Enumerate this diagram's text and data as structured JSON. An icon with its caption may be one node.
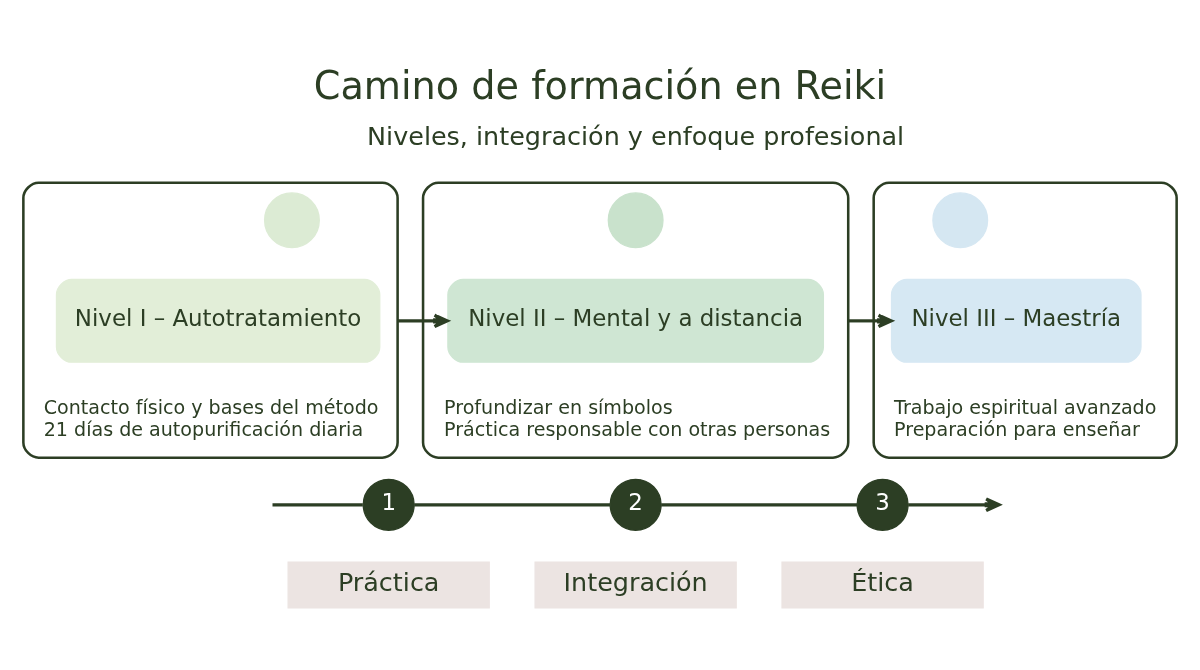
{
  "diagram": {
    "title": "Camino de formación en Reiki",
    "nodes": [
      {
        "text": [],
        "shape": "box"
      },
      {
        "text": [],
        "shape": "circle",
        "in": 0
      },
      {
        "text": [
          "Nivel I – Autotratamiento"
        ],
        "in": 0,
        "beside": [
          "Contacto físico y bases del método",
          "21 días de autopurificación diaria"
        ]
      },
      {
        "text": [],
        "shape": "box"
      },
      {
        "text": [],
        "shape": "circle",
        "in": 3
      },
      {
        "text": [
          "Nivel II – Mental y a distancia"
        ],
        "in": 3,
        "beside": [
          "Profundizar en símbolos",
          "Práctica responsable con otras personas"
        ]
      },
      {
        "text": [],
        "shape": "box"
      },
      {
        "text": [],
        "shape": "circle",
        "in": 6
      },
      {
        "text": [
          "Nivel III – Maestría"
        ],
        "in": 6,
        "beside": [
          "Trabajo espiritual avanzado",
          "Preparación para enseñar"
        ]
      },
      {
        "text": [
          "1"
        ]
      },
      {
        "text": [
          "2"
        ]
      },
      {
        "text": [
          "3"
        ]
      }
    ],
    "edges": [
      {
        "from": 0,
        "to": 5,
        "arrow": "to"
      },
      {
        "from": 3,
        "to": 8,
        "arrow": "to"
      },
      {
        "from": null,
        "to": 9,
        "arrow": "none"
      },
      {
        "from": 9,
        "to": 10,
        "arrow": "none"
      },
      {
        "from": 10,
        "to": 11,
        "arrow": "none"
      },
      {
        "from": 11,
        "to": null,
        "arrow": "to"
      }
    ],
    "labels": [
      "Niveles, integración y enfoque profesional",
      "Práctica",
      "Integración",
      "Ética"
    ]
  }
}
